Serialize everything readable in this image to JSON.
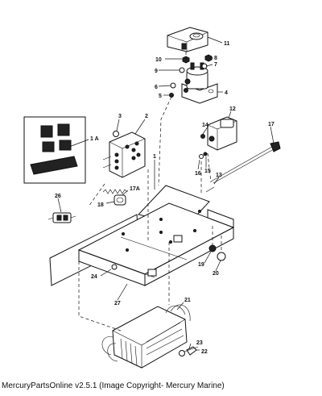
{
  "copyright": "MercuryPartsOnline v2.5.1 (Image Copyright- Mercury Marine)",
  "callouts": {
    "c1": "1",
    "c1a": "1 A",
    "c2": "2",
    "c3": "3",
    "c4": "4",
    "c5": "5",
    "c6": "6",
    "c7": "7",
    "c8": "8",
    "c9": "9",
    "c10": "10",
    "c11": "11",
    "c12": "12",
    "c13": "13",
    "c14": "14",
    "c15": "15",
    "c16": "16",
    "c17": "17",
    "c17a": "17A",
    "c18": "18",
    "c19": "19",
    "c20": "20",
    "c21": "21",
    "c22": "22",
    "c23": "23",
    "c24": "24",
    "c26": "26",
    "c27": "27"
  }
}
